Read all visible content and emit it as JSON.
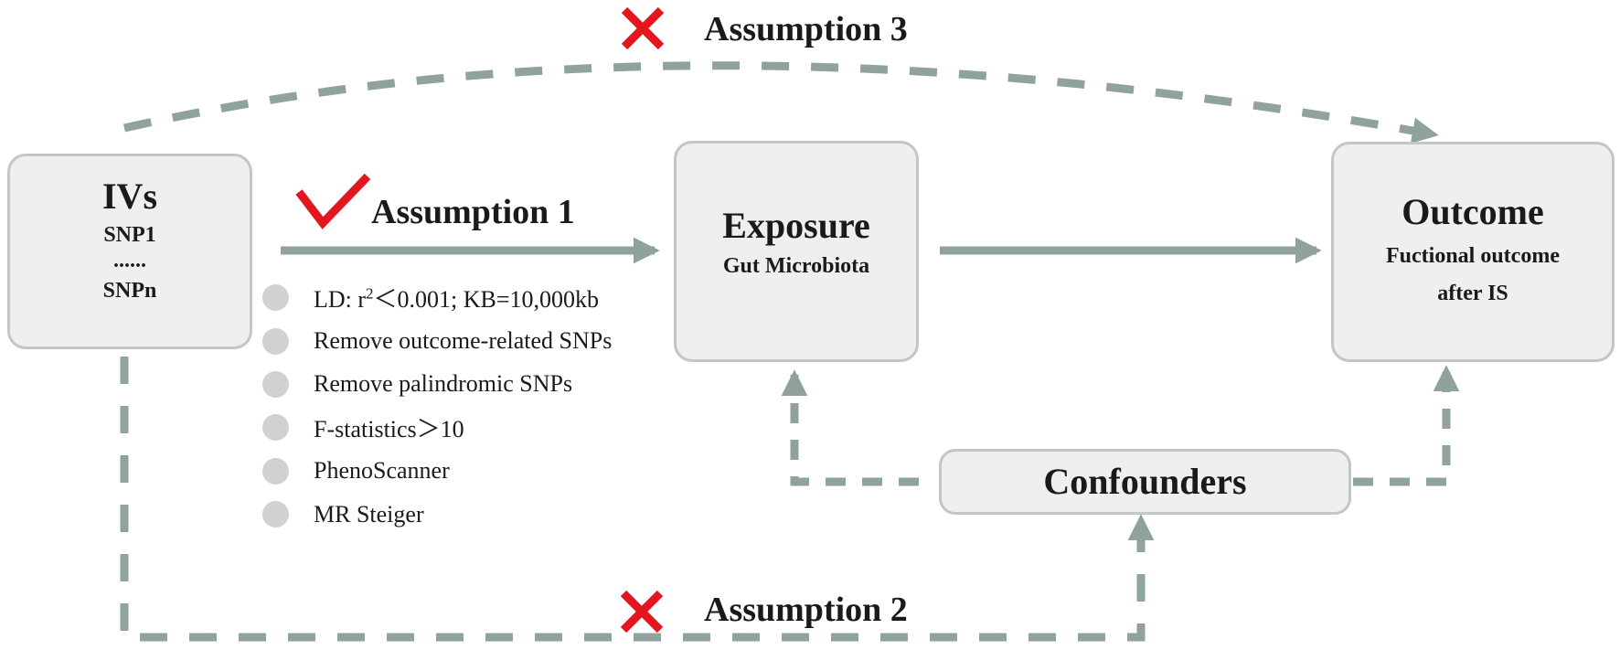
{
  "colors": {
    "arrow": "#8fa39c",
    "mark_x": "#e3151f",
    "mark_check": "#e3151f",
    "box_fill": "#eef0ef",
    "box_border": "#c3c6c5",
    "bullet": "#cfd1d2"
  },
  "nodes": {
    "ivs": {
      "title": "IVs",
      "line1": "SNP1",
      "line2": "......",
      "line3": "SNPn"
    },
    "exposure": {
      "title": "Exposure",
      "subtitle": "Gut Microbiota"
    },
    "outcome": {
      "title": "Outcome",
      "subtitle1": "Fuctional outcome",
      "subtitle2": "after IS"
    },
    "confounders": {
      "title": "Confounders"
    }
  },
  "assumptions": {
    "a1": {
      "label": "Assumption 1",
      "mark": "check-icon"
    },
    "a2": {
      "label": "Assumption 2",
      "mark": "x-icon"
    },
    "a3": {
      "label": "Assumption 3",
      "mark": "x-icon"
    }
  },
  "criteria": {
    "ld_prefix": "LD: r",
    "ld_sup": "2",
    "ld_suffix": "＜0.001; KB=10,000kb",
    "items": [
      "Remove outcome-related SNPs",
      "Remove palindromic SNPs",
      "F-statistics＞10",
      "PhenoScanner",
      "MR Steiger"
    ]
  }
}
